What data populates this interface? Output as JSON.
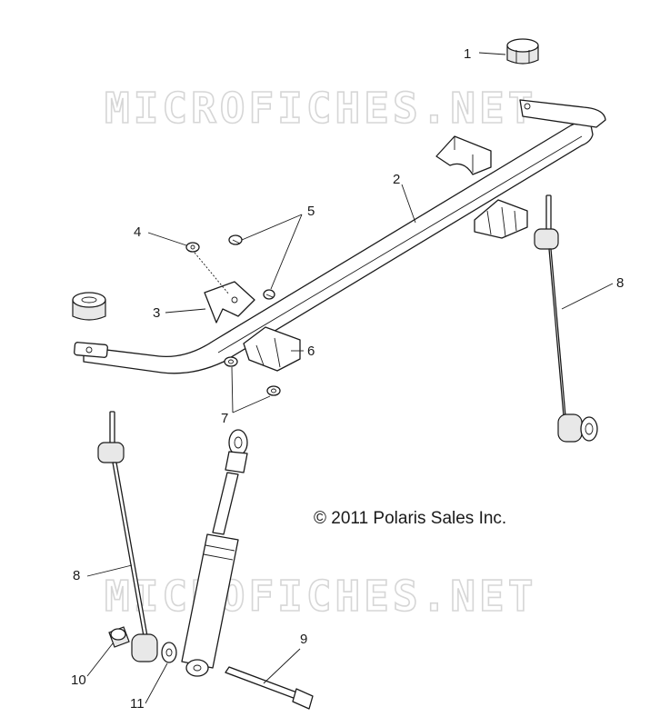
{
  "watermark": "MICROFICHES.NET",
  "copyright": "© 2011 Polaris Sales Inc.",
  "callouts": {
    "c1": "1",
    "c2": "2",
    "c3": "3",
    "c4": "4",
    "c5": "5",
    "c6": "6",
    "c7": "7",
    "c8a": "8",
    "c8b": "8",
    "c9": "9",
    "c10": "10",
    "c11": "11"
  }
}
